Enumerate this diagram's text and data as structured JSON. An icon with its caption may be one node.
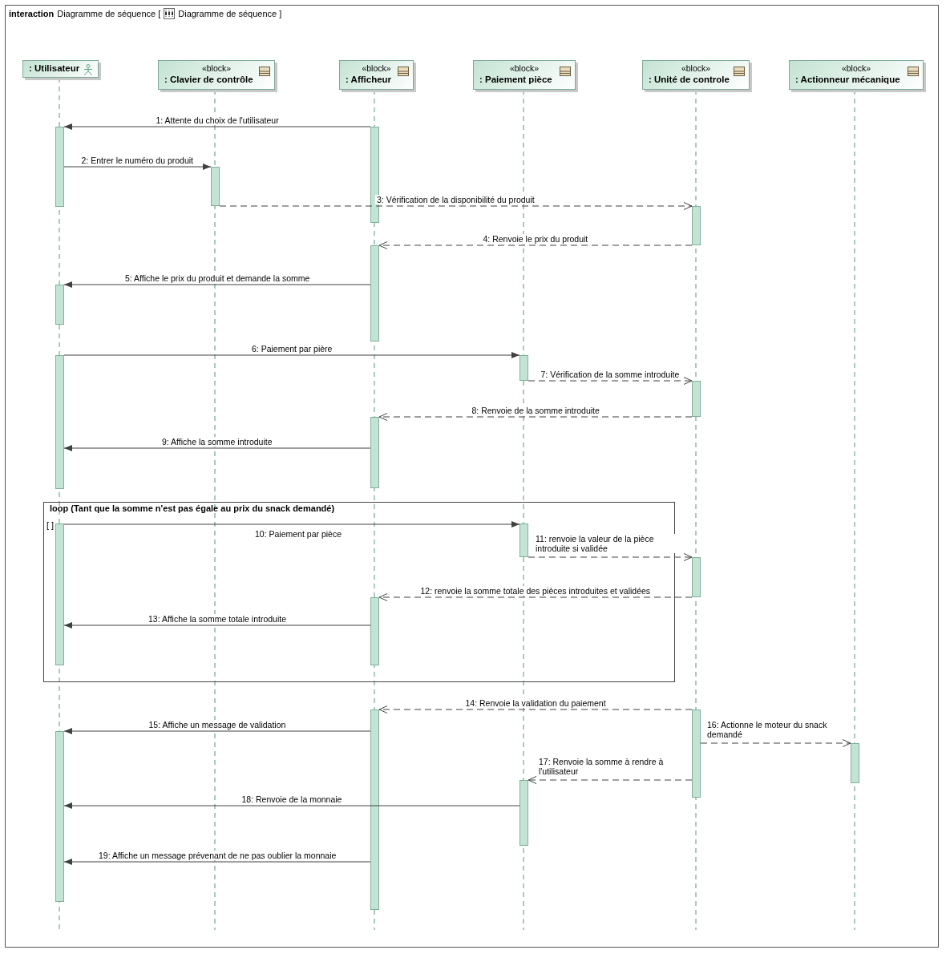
{
  "diagram": {
    "nodes": [
      {
        "text": [
          "interaction",
          "Diagramme de séquence [",
          "Diagramme de séquence ]"
        ]
      },
      {
        "text": [
          ": Utilisateur"
        ],
        "in": 0
      },
      {
        "text": [
          "«block»",
          ": Clavier de contrôle"
        ],
        "in": 0
      },
      {
        "text": [
          "«block»",
          ": Afficheur"
        ],
        "in": 0
      },
      {
        "text": [
          "«block»",
          ": Paiement pièce"
        ],
        "in": 0
      },
      {
        "text": [
          "«block»",
          ": Unité de controle"
        ],
        "in": 0
      },
      {
        "text": [
          "«block»",
          ": Actionneur mécanique"
        ],
        "in": 0
      },
      {
        "text": [],
        "shape": "bar",
        "in": 0
      },
      {
        "text": [],
        "shape": "bar",
        "in": 0
      },
      {
        "text": [],
        "shape": "bar",
        "in": 0
      },
      {
        "text": [],
        "shape": "bar",
        "in": 0
      },
      {
        "text": [],
        "shape": "bar",
        "in": 0
      },
      {
        "text": [],
        "shape": "bar",
        "in": 0
      },
      {
        "text": [],
        "shape": "bar",
        "in": 0
      },
      {
        "text": [],
        "shape": "bar",
        "in": 0
      },
      {
        "text": [],
        "shape": "bar",
        "in": 0
      },
      {
        "text": [],
        "shape": "bar",
        "in": 0
      },
      {
        "text": [
          "loop (Tant que la somme n'est pas égale au prix du snack demandé)",
          "[ ]"
        ],
        "in": 0
      },
      {
        "text": [],
        "shape": "bar",
        "in": 17
      },
      {
        "text": [],
        "shape": "bar",
        "in": 17
      },
      {
        "text": [],
        "shape": "bar",
        "in": 0
      },
      {
        "text": [],
        "shape": "bar",
        "in": 17
      },
      {
        "text": [],
        "shape": "bar",
        "in": 0
      },
      {
        "text": [],
        "shape": "bar",
        "in": 0
      },
      {
        "text": [],
        "shape": "bar",
        "in": 0
      },
      {
        "text": [],
        "shape": "bar",
        "in": 0
      },
      {
        "text": [],
        "shape": "bar",
        "in": 0
      }
    ],
    "edges": [
      {
        "from": 8,
        "to": 7,
        "arrow": "to",
        "label": "1: Attente du choix de l'utilisateur"
      },
      {
        "from": 7,
        "to": 9,
        "arrow": "to",
        "label": "2: Entrer le numéro du produit"
      },
      {
        "from": 9,
        "to": 10,
        "arrow": "to",
        "style": "dashed",
        "label": "3: Vérification de la disponibilité du produit"
      },
      {
        "from": 10,
        "to": 11,
        "arrow": "to",
        "style": "dashed",
        "label": "4: Renvoie le prix du produit"
      },
      {
        "from": 11,
        "to": 12,
        "arrow": "to",
        "label": "5: Affiche le prix du produit et demande la somme"
      },
      {
        "from": 13,
        "to": 14,
        "arrow": "to",
        "label": "6: Paiement par pière"
      },
      {
        "from": 14,
        "to": 15,
        "arrow": "to",
        "style": "dashed",
        "label": "7: Vérification de la somme introduite"
      },
      {
        "from": 15,
        "to": 16,
        "arrow": "to",
        "style": "dashed",
        "label": "8: Renvoie de la somme introduite"
      },
      {
        "from": 16,
        "to": 13,
        "arrow": "to",
        "label": "9: Affiche la somme introduite"
      },
      {
        "from": 18,
        "to": 19,
        "arrow": "to",
        "label": "10: Paiement par pièce"
      },
      {
        "from": 19,
        "to": 20,
        "arrow": "to",
        "style": "dashed",
        "label": "11: renvoie la valeur de la pièce introduite si validée"
      },
      {
        "from": 20,
        "to": 21,
        "arrow": "to",
        "style": "dashed",
        "label": "12: renvoie la somme totale des pièces introduites et validées"
      },
      {
        "from": 21,
        "to": 18,
        "arrow": "to",
        "label": "13: Affiche la somme totale introduite"
      },
      {
        "from": 23,
        "to": 22,
        "arrow": "to",
        "style": "dashed",
        "label": "14: Renvoie la validation du paiement"
      },
      {
        "from": 22,
        "to": 24,
        "arrow": "to",
        "label": "15: Affiche un message de validation"
      },
      {
        "from": 23,
        "to": 25,
        "arrow": "to",
        "style": "dashed",
        "label": "16: Actionne le moteur du snack demandé"
      },
      {
        "from": 23,
        "to": 26,
        "arrow": "to",
        "style": "dashed",
        "label": "17: Renvoie la somme à rendre à l'utilisateur"
      },
      {
        "from": 26,
        "to": 24,
        "arrow": "to",
        "label": "18: Renvoie de la monnaie"
      },
      {
        "from": 22,
        "to": 24,
        "arrow": "to",
        "label": "19: Affiche un message prévenant de ne pas oublier la monnaie"
      }
    ]
  }
}
